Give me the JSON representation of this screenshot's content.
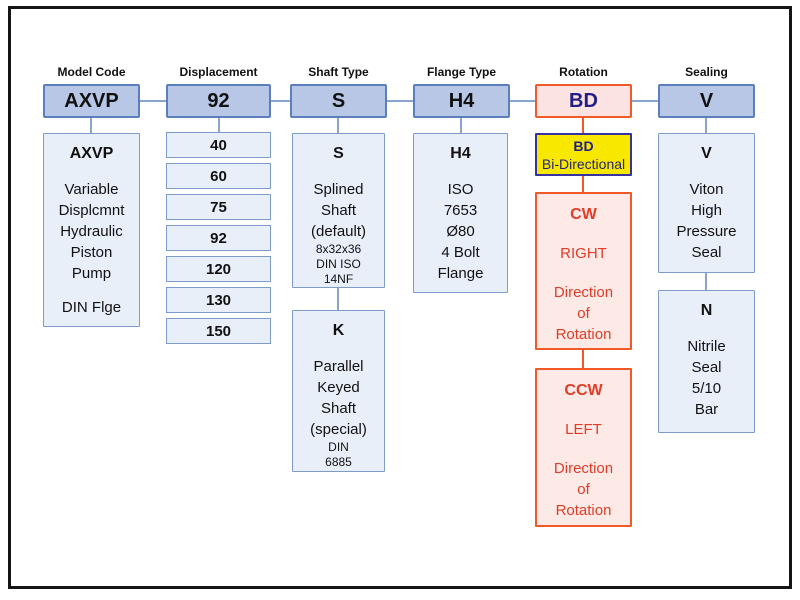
{
  "columns": {
    "model_code": {
      "label": "Model Code",
      "code": "AXVP",
      "detail": {
        "title": "AXVP",
        "lines": [
          "Variable",
          "Displcmnt",
          "Hydraulic",
          "Piston",
          "Pump"
        ],
        "footer": "DIN Flge"
      }
    },
    "displacement": {
      "label": "Displacement",
      "code": "92",
      "options": [
        "40",
        "60",
        "75",
        "92",
        "120",
        "130",
        "150"
      ]
    },
    "shaft_type": {
      "label": "Shaft Type",
      "code": "S",
      "options": [
        {
          "title": "S",
          "lines": [
            "Splined",
            "Shaft",
            "(default)"
          ],
          "small": [
            "8x32x36",
            "DIN ISO",
            "14NF"
          ]
        },
        {
          "title": "K",
          "lines": [
            "Parallel",
            "Keyed",
            "Shaft",
            "(special)"
          ],
          "small": [
            "DIN",
            "6885"
          ]
        }
      ]
    },
    "flange_type": {
      "label": "Flange Type",
      "code": "H4",
      "detail": {
        "title": "H4",
        "lines": [
          "ISO",
          "7653",
          "Ø80",
          "4 Bolt",
          "Flange"
        ]
      }
    },
    "rotation": {
      "label": "Rotation",
      "code": "BD",
      "bidirectional": {
        "title": "BD",
        "subtitle": "Bi-Directional"
      },
      "options": [
        {
          "title": "CW",
          "direction": "RIGHT",
          "lines": [
            "Direction",
            "of",
            "Rotation"
          ]
        },
        {
          "title": "CCW",
          "direction": "LEFT",
          "lines": [
            "Direction",
            "of",
            "Rotation"
          ]
        }
      ]
    },
    "sealing": {
      "label": "Sealing",
      "code": "V",
      "options": [
        {
          "title": "V",
          "lines": [
            "Viton",
            "High",
            "Pressure",
            "Seal"
          ]
        },
        {
          "title": "N",
          "lines": [
            "Nitrile",
            "Seal",
            "5/10",
            "Bar"
          ]
        }
      ]
    }
  },
  "colors": {
    "frame": "#151515",
    "header_fill": "#b8c7e6",
    "header_border": "#5b7fbd",
    "detail_fill": "#e9eff9",
    "detail_border": "#7d9ccb",
    "pink_fill": "#fbe3e1",
    "pink_light_fill": "#fdeae7",
    "orange": "#f05a28",
    "red_text": "#e03c28",
    "navy": "#221e86",
    "yellow_fill": "#f8e800",
    "yellow_border": "#3632a0",
    "connector_blue": "#8aa5cd"
  }
}
